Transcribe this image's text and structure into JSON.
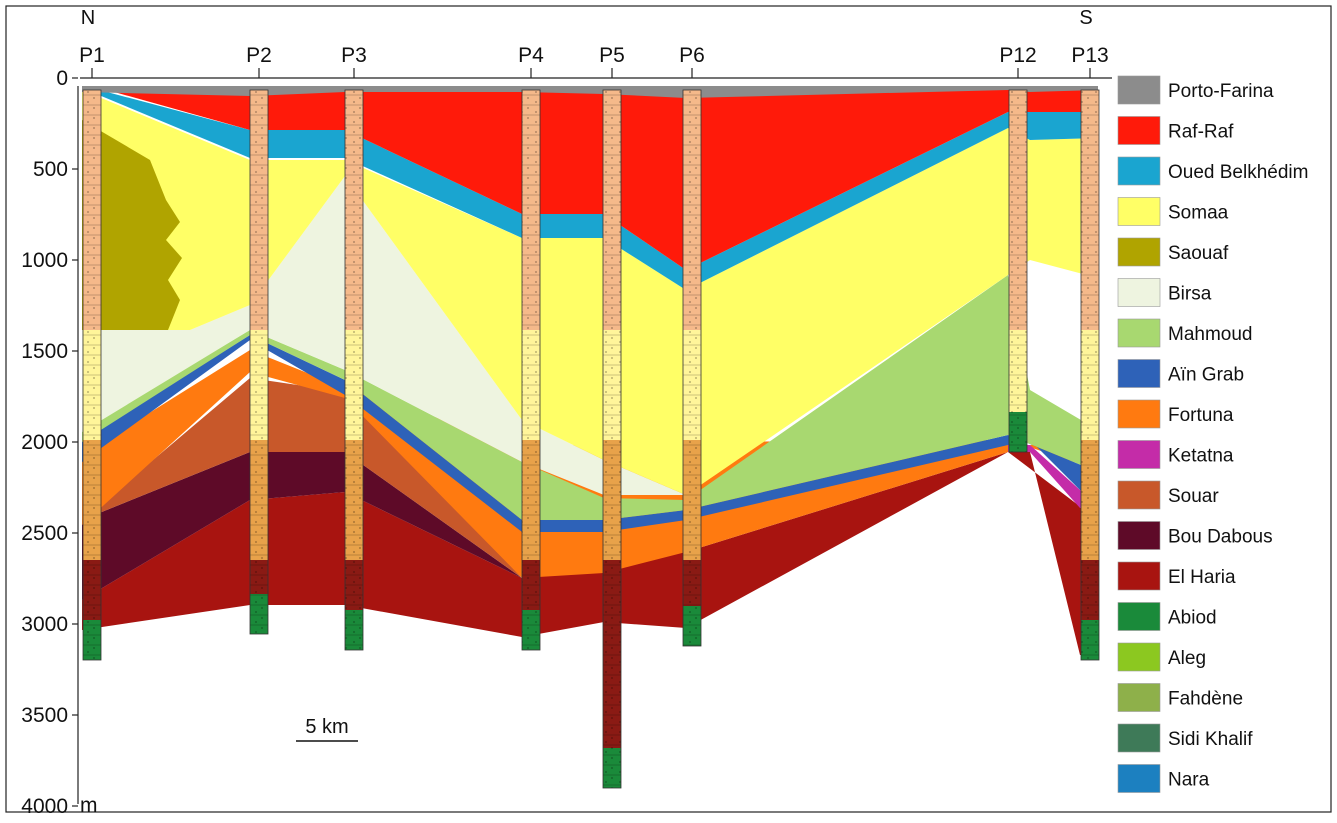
{
  "directions": {
    "north": "N",
    "south": "S"
  },
  "wells": [
    "P1",
    "P2",
    "P3",
    "P4",
    "P5",
    "P6",
    "P12",
    "P13"
  ],
  "depth_axis": {
    "ticks": [
      "0",
      "500",
      "1000",
      "1500",
      "2000",
      "2500",
      "3000",
      "3500",
      "4000"
    ],
    "unit": "m"
  },
  "scale_bar": {
    "label": "5 km"
  },
  "legend": [
    {
      "name": "Porto-Farina",
      "color": "#8c8c8c"
    },
    {
      "name": "Raf-Raf",
      "color": "#ff1a0a"
    },
    {
      "name": "Oued Belkhédim",
      "color": "#1aa5d0"
    },
    {
      "name": "Somaa",
      "color": "#ffff66"
    },
    {
      "name": "Saouaf",
      "color": "#b0a400"
    },
    {
      "name": "Birsa",
      "color": "#eef4e0"
    },
    {
      "name": "Mahmoud",
      "color": "#a8d870"
    },
    {
      "name": "Aïn Grab",
      "color": "#2e62b8"
    },
    {
      "name": "Fortuna",
      "color": "#ff7a10"
    },
    {
      "name": "Ketatna",
      "color": "#c42ca8"
    },
    {
      "name": "Souar",
      "color": "#c8582a"
    },
    {
      "name": "Bou Dabous",
      "color": "#5e0a28"
    },
    {
      "name": "El Haria",
      "color": "#a81410"
    },
    {
      "name": "Abiod",
      "color": "#1a8a3a"
    },
    {
      "name": "Aleg",
      "color": "#8cc820"
    },
    {
      "name": "Fahdène",
      "color": "#8eb04a"
    },
    {
      "name": "Sidi Khalif",
      "color": "#3e7a58"
    },
    {
      "name": "Nara",
      "color": "#1c80c0"
    }
  ]
}
